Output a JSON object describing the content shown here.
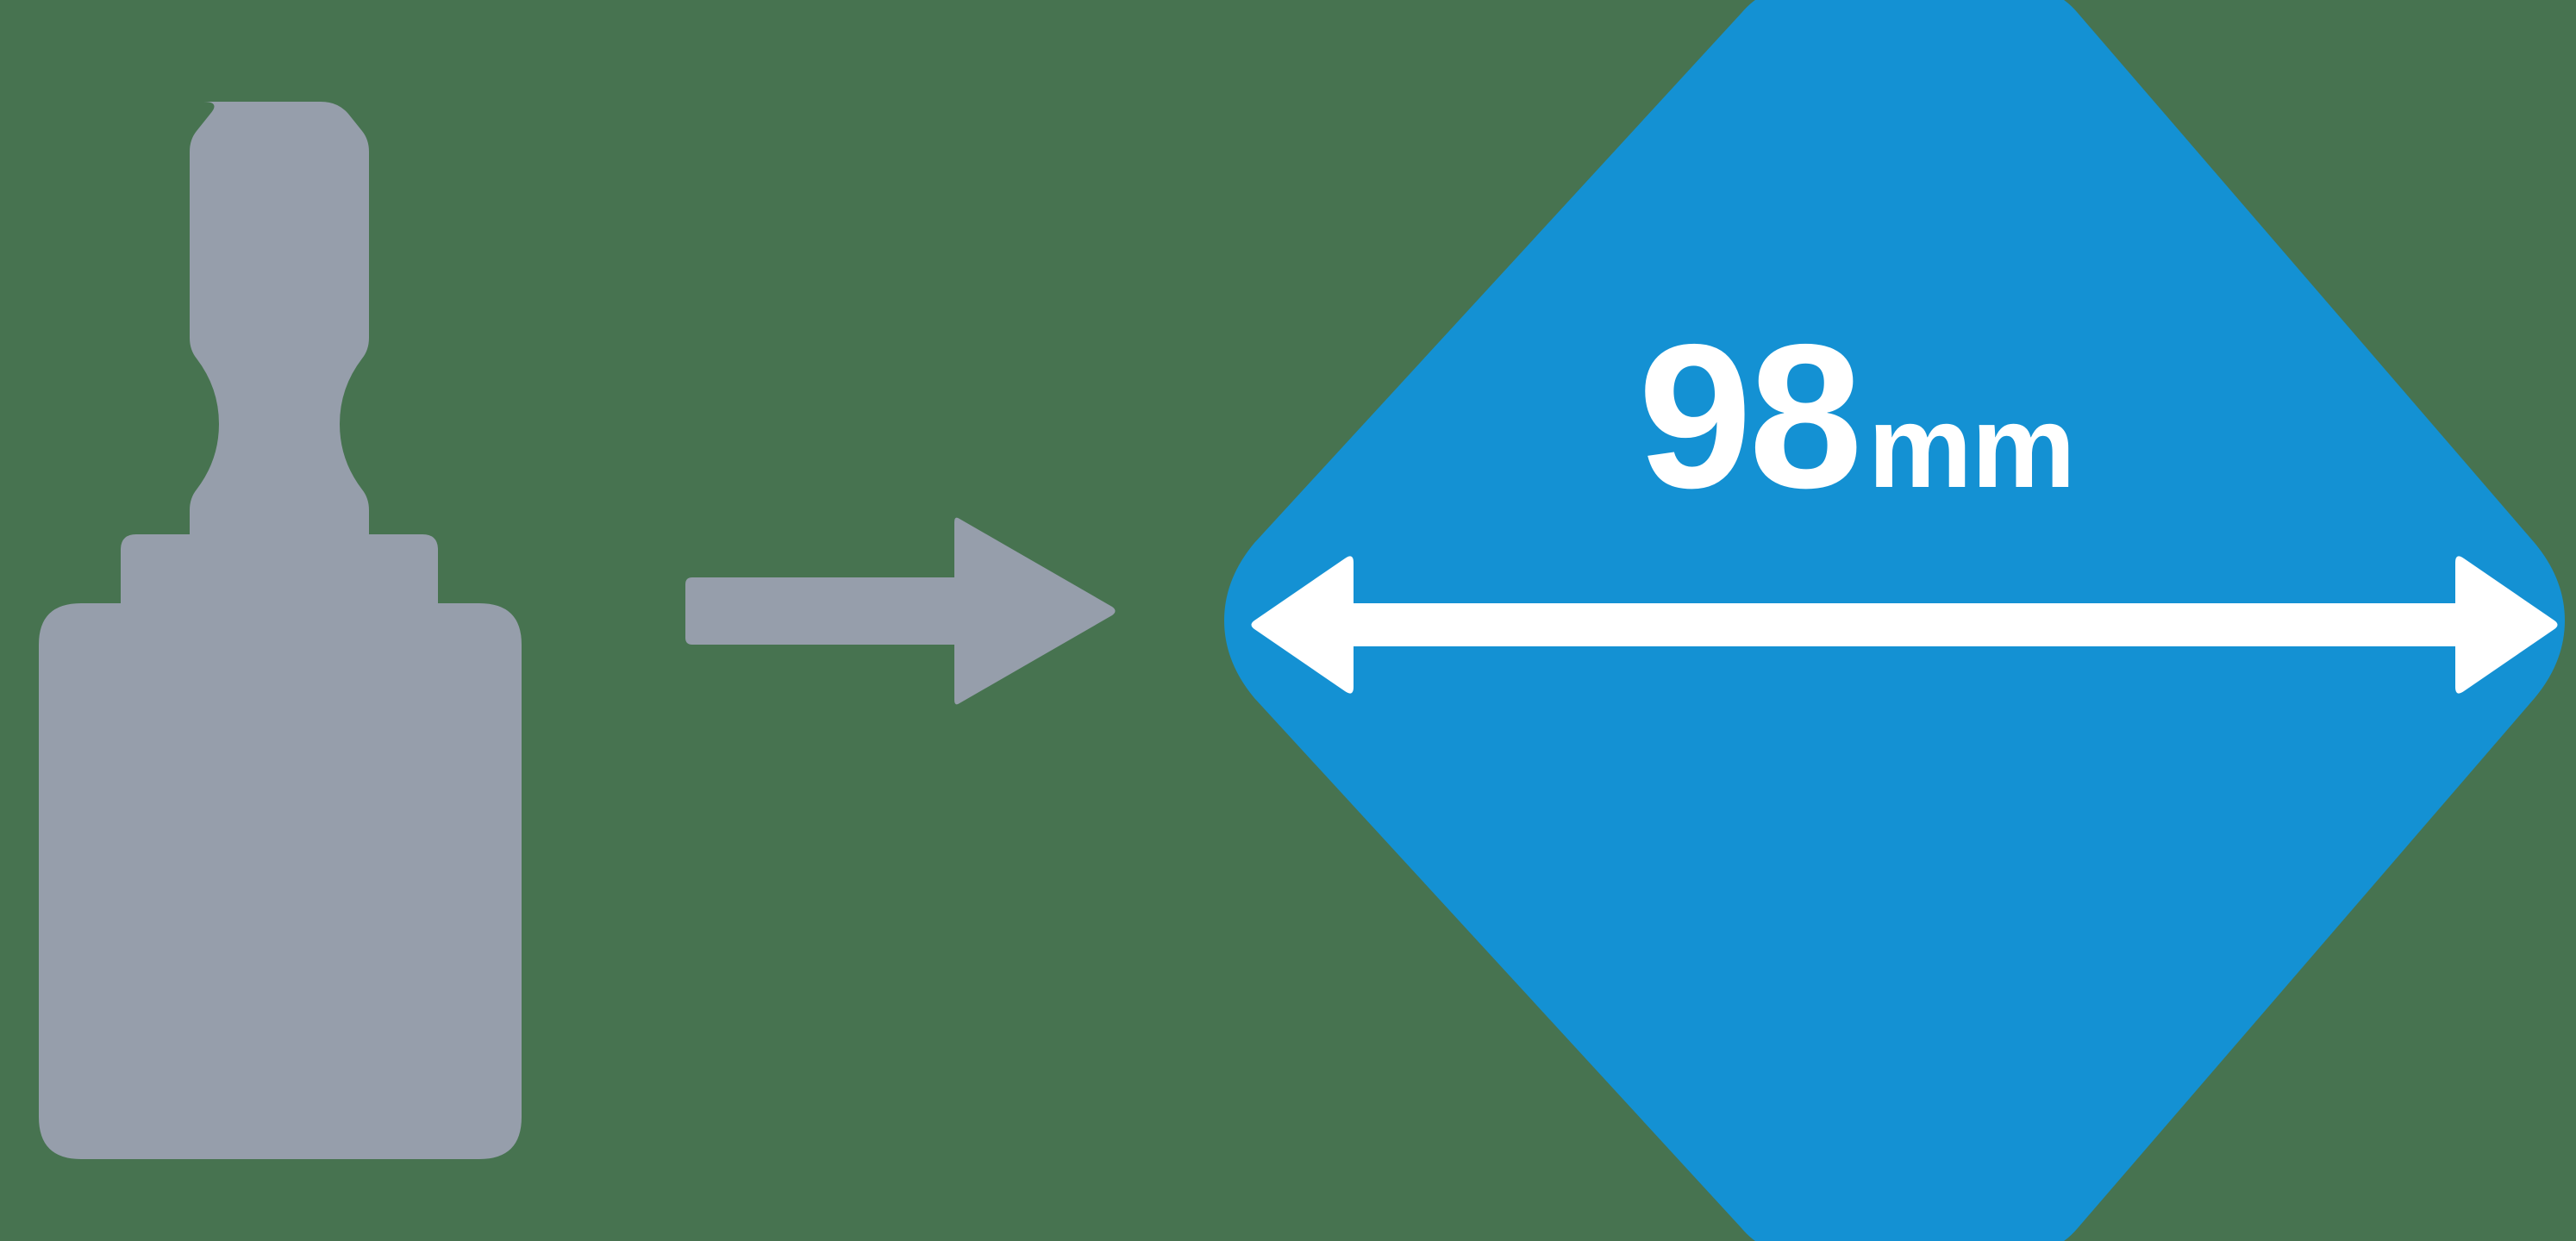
{
  "figure": {
    "title": "Socket size diagram",
    "background_color": "#477350",
    "silhouette": {
      "name": "impact-socket-silhouette",
      "color": "#969EAB",
      "description": "gray socket bit silhouette"
    },
    "transition_arrow": {
      "name": "right-arrow",
      "color": "#969EAB",
      "direction": "right"
    },
    "callout": {
      "name": "hexagon-callout",
      "shape": "hexagon",
      "fill_color": "#1491D3",
      "measurement_value": "98",
      "measurement_unit": "mm",
      "measurement_text_color": "#FFFFFF",
      "dimension_arrow": {
        "name": "double-headed-dimension-arrow",
        "color": "#FFFFFF",
        "direction": "both"
      }
    }
  }
}
